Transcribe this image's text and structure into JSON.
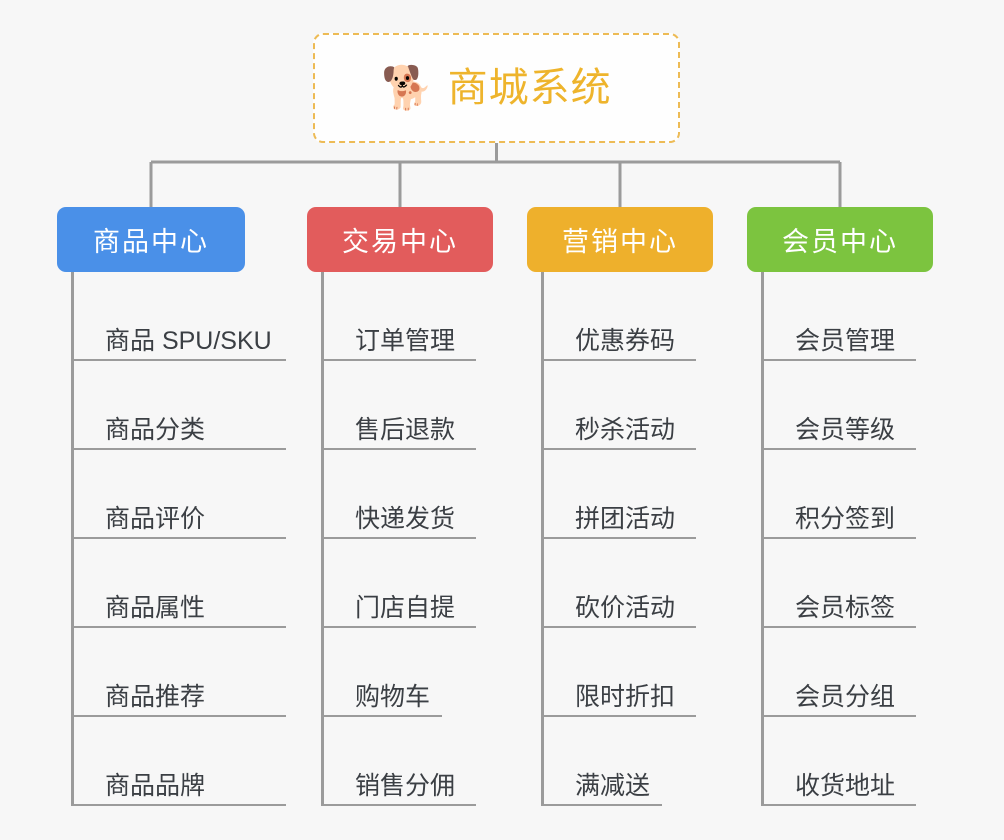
{
  "diagram": {
    "background_color": "#f7f7f7",
    "connector_color": "#9b9b9b"
  },
  "root": {
    "icon": "dog-face-emoji",
    "icon_glyph": "🐕",
    "title": "商城系统",
    "text_color": "#eeb42c",
    "border_color": "#edbb55",
    "background_color": "#fefefe"
  },
  "columns": [
    {
      "id": "product-center",
      "label": "商品中心",
      "color": "#4a90e8",
      "items": [
        {
          "label": "商品 SPU/SKU"
        },
        {
          "label": "商品分类"
        },
        {
          "label": "商品评价"
        },
        {
          "label": "商品属性"
        },
        {
          "label": "商品推荐"
        },
        {
          "label": "商品品牌"
        }
      ]
    },
    {
      "id": "trade-center",
      "label": "交易中心",
      "color": "#e25c5c",
      "items": [
        {
          "label": "订单管理"
        },
        {
          "label": "售后退款"
        },
        {
          "label": "快递发货"
        },
        {
          "label": "门店自提"
        },
        {
          "label": "购物车"
        },
        {
          "label": "销售分佣"
        }
      ]
    },
    {
      "id": "marketing-center",
      "label": "营销中心",
      "color": "#eeb02c",
      "items": [
        {
          "label": "优惠券码"
        },
        {
          "label": "秒杀活动"
        },
        {
          "label": "拼团活动"
        },
        {
          "label": "砍价活动"
        },
        {
          "label": "限时折扣"
        },
        {
          "label": "满减送"
        }
      ]
    },
    {
      "id": "member-center",
      "label": "会员中心",
      "color": "#7cc43f",
      "items": [
        {
          "label": "会员管理"
        },
        {
          "label": "会员等级"
        },
        {
          "label": "积分签到"
        },
        {
          "label": "会员标签"
        },
        {
          "label": "会员分组"
        },
        {
          "label": "收货地址"
        }
      ]
    }
  ]
}
